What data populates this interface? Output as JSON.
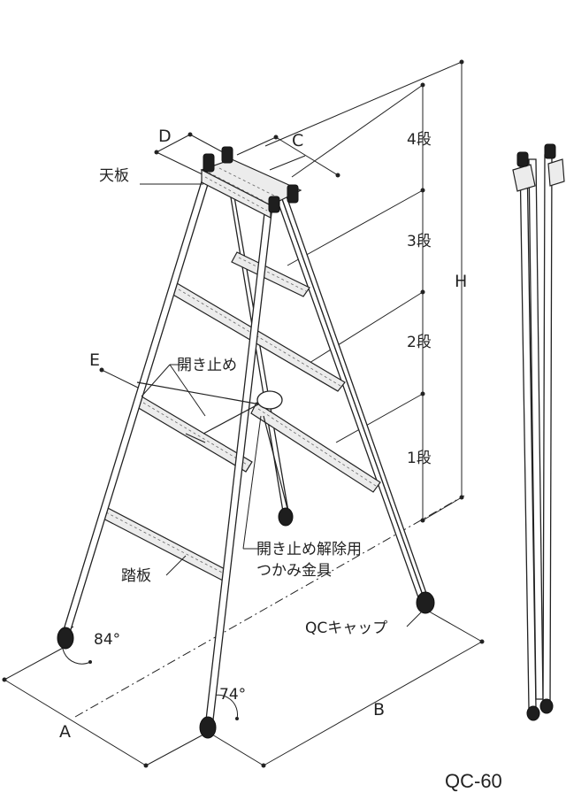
{
  "labels": {
    "top_plate": "天板",
    "step_4": "4段",
    "step_3": "3段",
    "step_2": "2段",
    "step_1": "1段",
    "dim_a": "A",
    "dim_b": "B",
    "dim_c": "C",
    "dim_d": "D",
    "dim_e": "E",
    "dim_h": "H",
    "spreader": "開き止め",
    "spreader_release_line1": "開き止め解除用",
    "spreader_release_line2": "つかみ金具",
    "tread": "踏板",
    "cap": "QCキャップ",
    "angle_front": "84°",
    "angle_side": "74°",
    "model": "QC-60"
  }
}
